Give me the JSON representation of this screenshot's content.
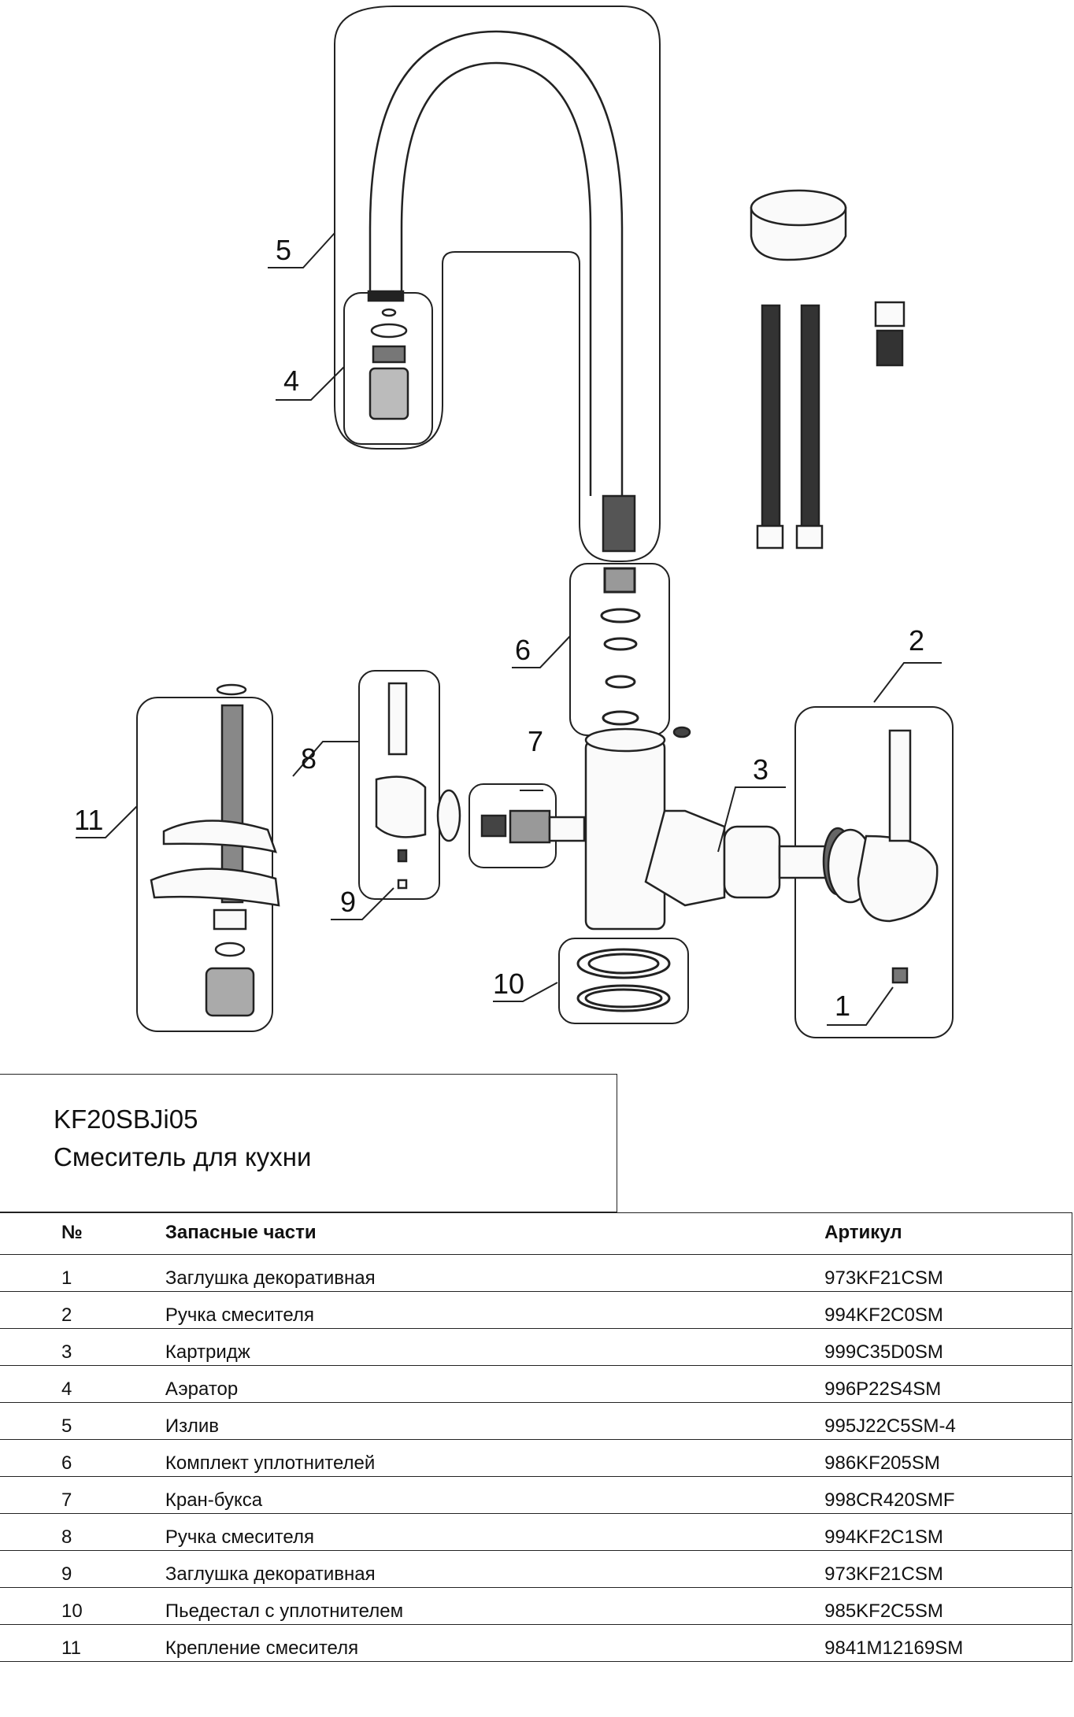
{
  "callouts": [
    "1",
    "2",
    "3",
    "4",
    "5",
    "6",
    "7",
    "8",
    "9",
    "10",
    "11"
  ],
  "header": {
    "model": "KF20SBJi05",
    "title": "Смеситель для кухни"
  },
  "table": {
    "columns": [
      "№",
      "Запасные части",
      "Артикул"
    ],
    "rows": [
      {
        "no": "1",
        "name": "Заглушка декоративная",
        "article": "973KF21CSM"
      },
      {
        "no": "2",
        "name": "Ручка смесителя",
        "article": "994KF2C0SM"
      },
      {
        "no": "3",
        "name": "Картридж",
        "article": "999C35D0SM"
      },
      {
        "no": "4",
        "name": "Аэратор",
        "article": "996P22S4SM"
      },
      {
        "no": "5",
        "name": " Излив",
        "article": "995J22C5SM-4"
      },
      {
        "no": "6",
        "name": "Комплект уплотнителей",
        "article": "986KF205SM"
      },
      {
        "no": "7",
        "name": "Кран-букса",
        "article": "998CR420SMF"
      },
      {
        "no": "8",
        "name": "Ручка смесителя",
        "article": "994KF2C1SM"
      },
      {
        "no": "9",
        "name": "Заглушка декоративная",
        "article": "973KF21CSM"
      },
      {
        "no": "10",
        "name": "Пьедестал с уплотнителем",
        "article": "985KF2C5SM"
      },
      {
        "no": "11",
        "name": "Крепление смесителя",
        "article": "9841M12169SM"
      }
    ]
  }
}
